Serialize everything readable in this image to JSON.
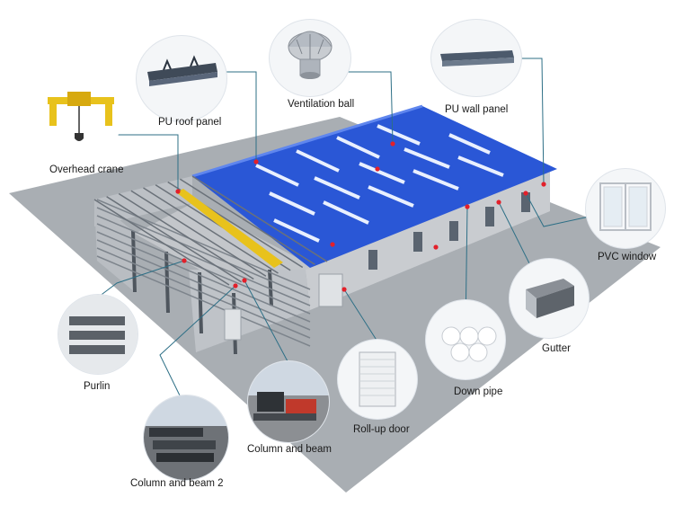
{
  "components": [
    {
      "id": "overhead-crane",
      "label": "Overhead crane",
      "icon": "overhead-crane-icon"
    },
    {
      "id": "pu-roof-panel",
      "label": "PU roof panel",
      "icon": "roof-panel-icon"
    },
    {
      "id": "ventilation-ball",
      "label": "Ventilation ball",
      "icon": "ventilation-ball-icon"
    },
    {
      "id": "pu-wall-panel",
      "label": "PU wall panel",
      "icon": "wall-panel-icon"
    },
    {
      "id": "pvc-window",
      "label": "PVC window",
      "icon": "pvc-window-icon"
    },
    {
      "id": "gutter",
      "label": "Gutter",
      "icon": "gutter-icon"
    },
    {
      "id": "down-pipe",
      "label": "Down pipe",
      "icon": "down-pipe-icon"
    },
    {
      "id": "roll-up-door",
      "label": "Roll-up door",
      "icon": "roll-up-door-icon"
    },
    {
      "id": "column-and-beam",
      "label": "Column and beam",
      "icon": "column-beam-icon"
    },
    {
      "id": "column-and-beam-2",
      "label": "Column and beam 2",
      "icon": "column-beam-2-icon"
    },
    {
      "id": "purlin",
      "label": "Purlin",
      "icon": "purlin-icon"
    }
  ],
  "colors": {
    "roof": "#2a57d6",
    "wall": "#c9ccd0",
    "ground": "#a9aeb3",
    "frame": "#5a6068",
    "crane": "#e8c21c",
    "marker": "#e2202a",
    "leader": "#2d6f86"
  }
}
